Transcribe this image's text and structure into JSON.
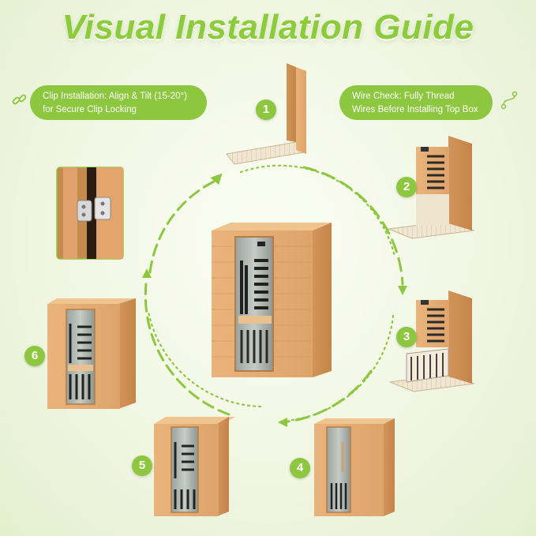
{
  "title": "Visual Installation Guide",
  "callouts": {
    "left": "Clip Installation: Align & Tilt (15-20°) for Secure Clip Locking",
    "right": "Wire Check: Fully Thread Wires Before Installing Top Box"
  },
  "steps": [
    {
      "number": "1"
    },
    {
      "number": "2"
    },
    {
      "number": "3"
    },
    {
      "number": "4"
    },
    {
      "number": "5"
    },
    {
      "number": "6"
    }
  ],
  "colors": {
    "accent": "#8dc63f",
    "title": "#8ccc3c",
    "wood": "#e8b27a",
    "wood_dark": "#c88a52"
  },
  "icons": {
    "left_callout": "link-icon",
    "right_callout": "wire-icon"
  }
}
